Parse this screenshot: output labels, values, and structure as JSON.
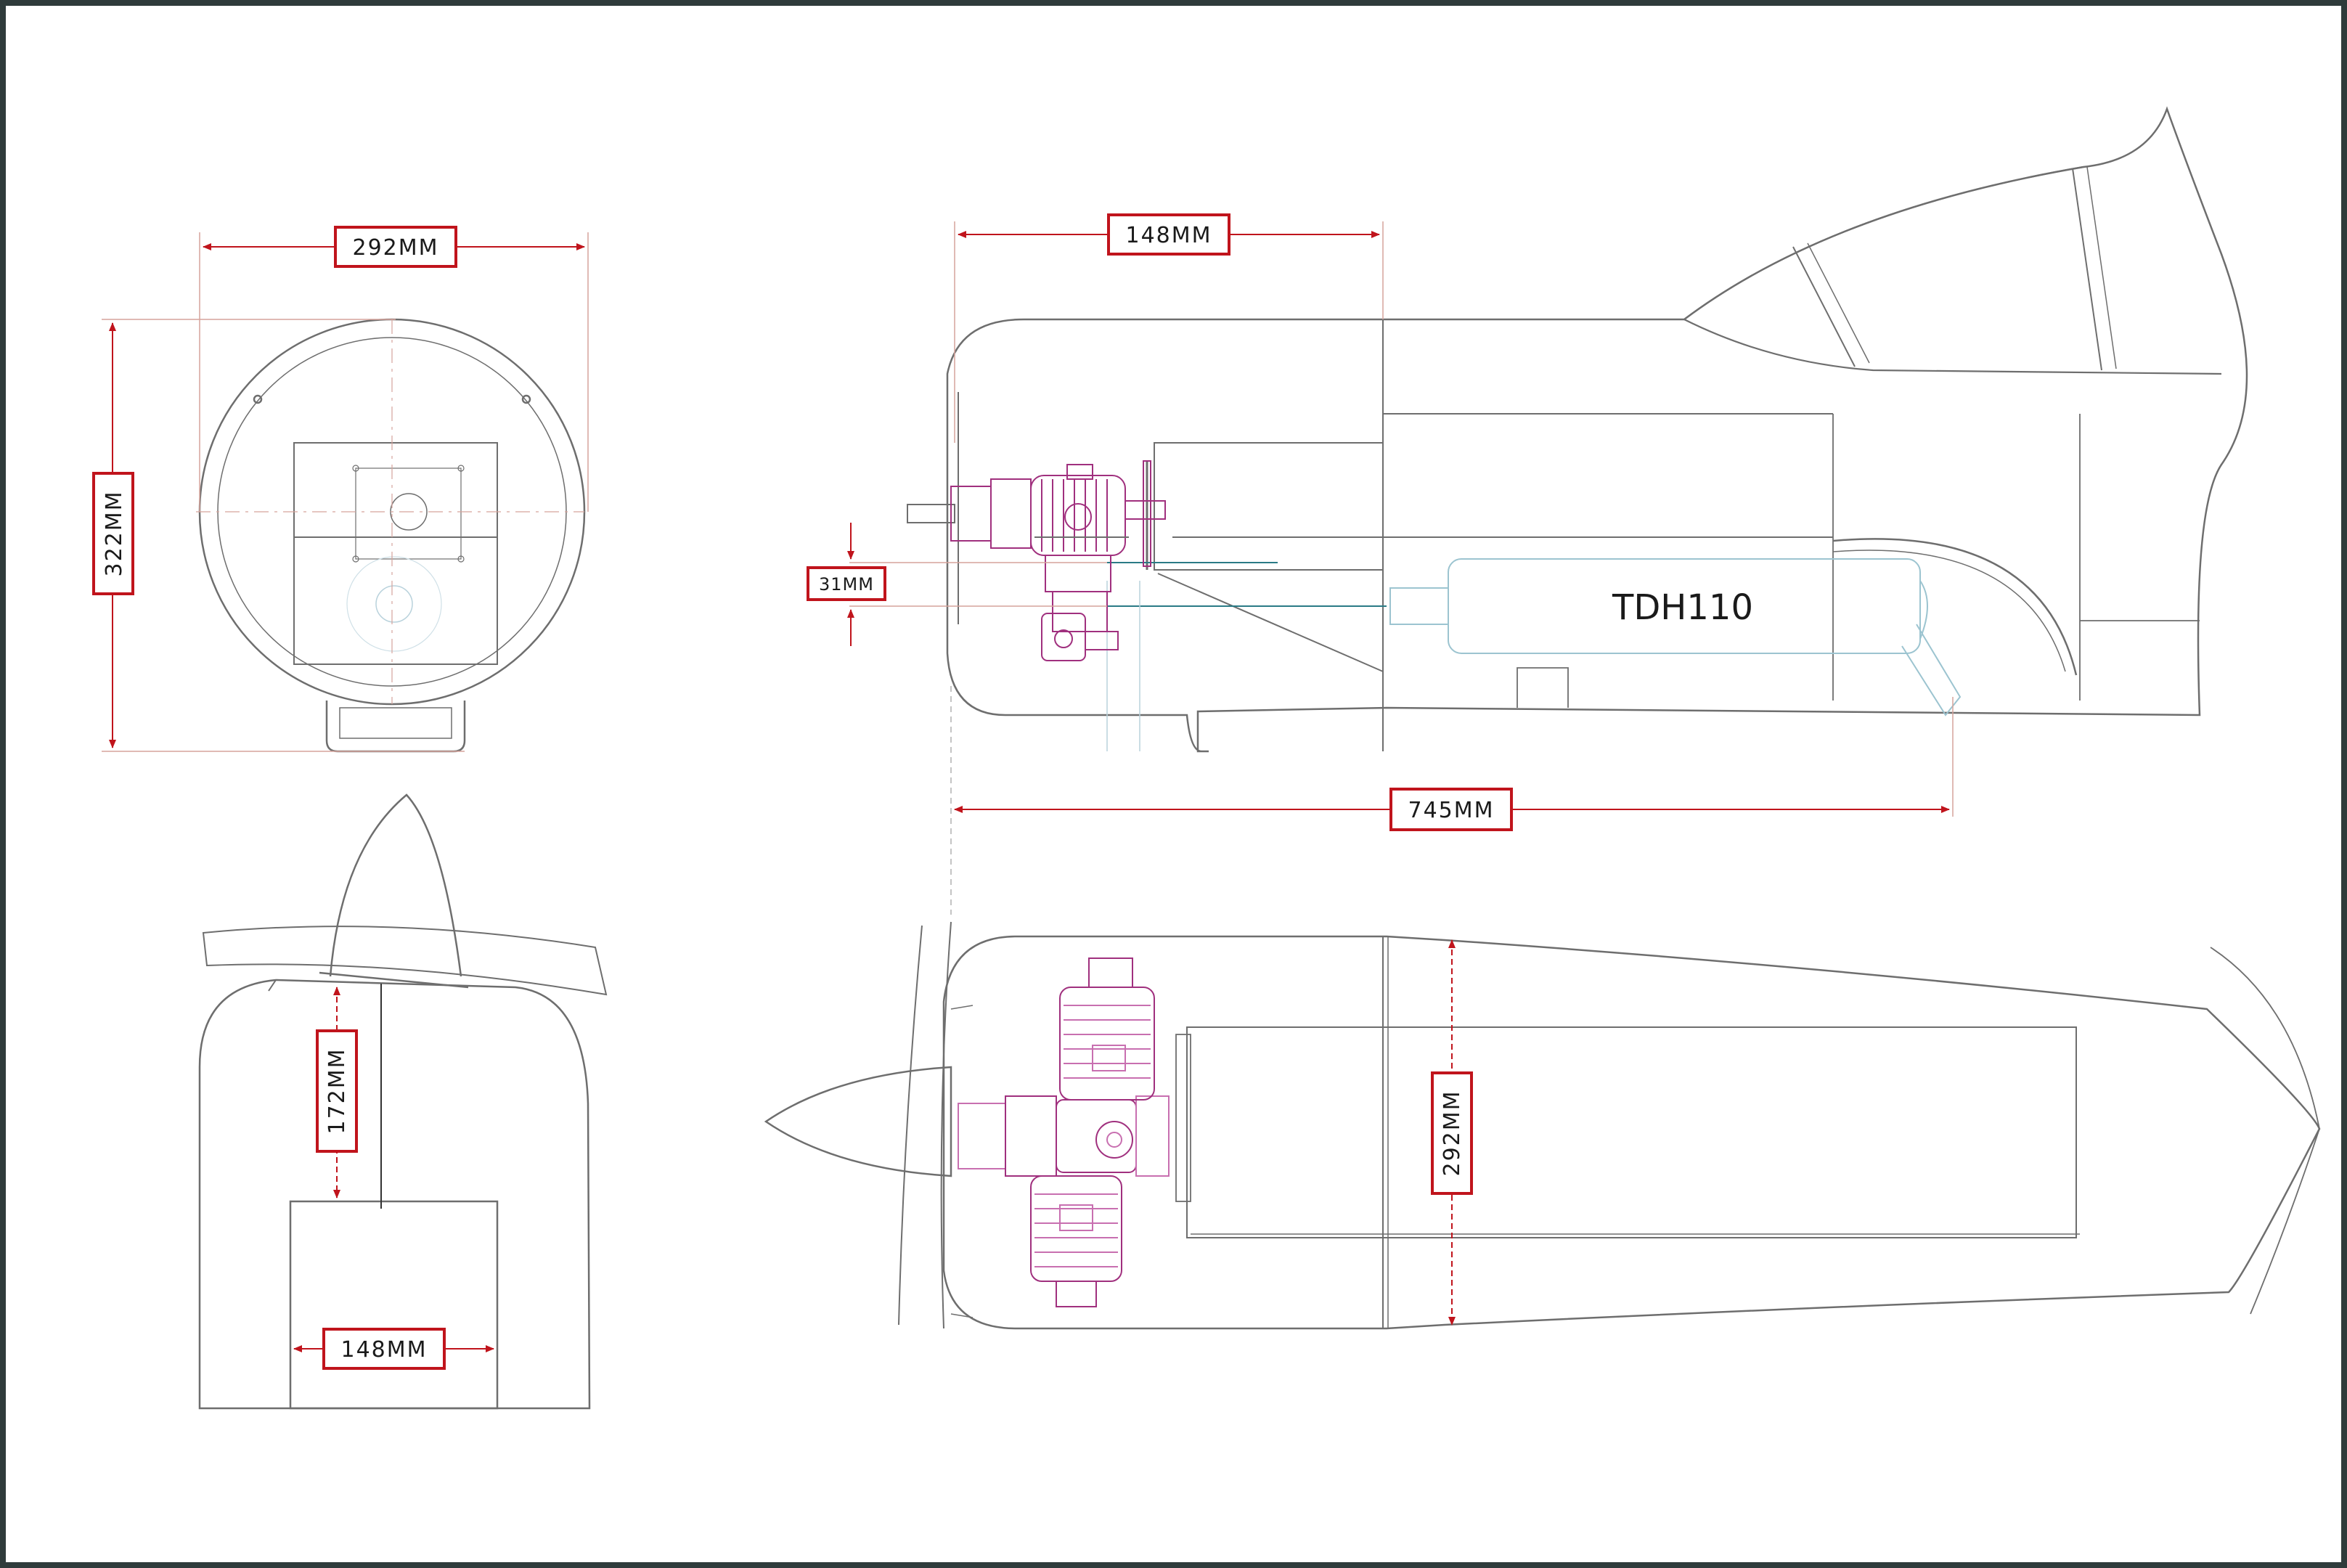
{
  "colors": {
    "frame": "#2f3b3b",
    "outline": "#6e6e6e",
    "dimension": "#c0141c",
    "extension": "#d6a49c",
    "engine": "#a0307e",
    "engine_light": "#c86fb0",
    "fuel_line": "#2a7b86",
    "muffler": "#9cc4d0"
  },
  "dimensions": {
    "cowl_width": "292MM",
    "cowl_height": "322MM",
    "engine_length_side": "148MM",
    "thrust_offset": "31MM",
    "muffler_length": "745MM",
    "top_view_width": "292MM",
    "spinner_to_firewall": "172MM",
    "firewall_width": "148MM"
  },
  "labels": {
    "muffler_model": "TDH110"
  },
  "icons": [
    "twin-cylinder-engine-icon",
    "spinner-icon",
    "tuned-muffler-icon"
  ]
}
